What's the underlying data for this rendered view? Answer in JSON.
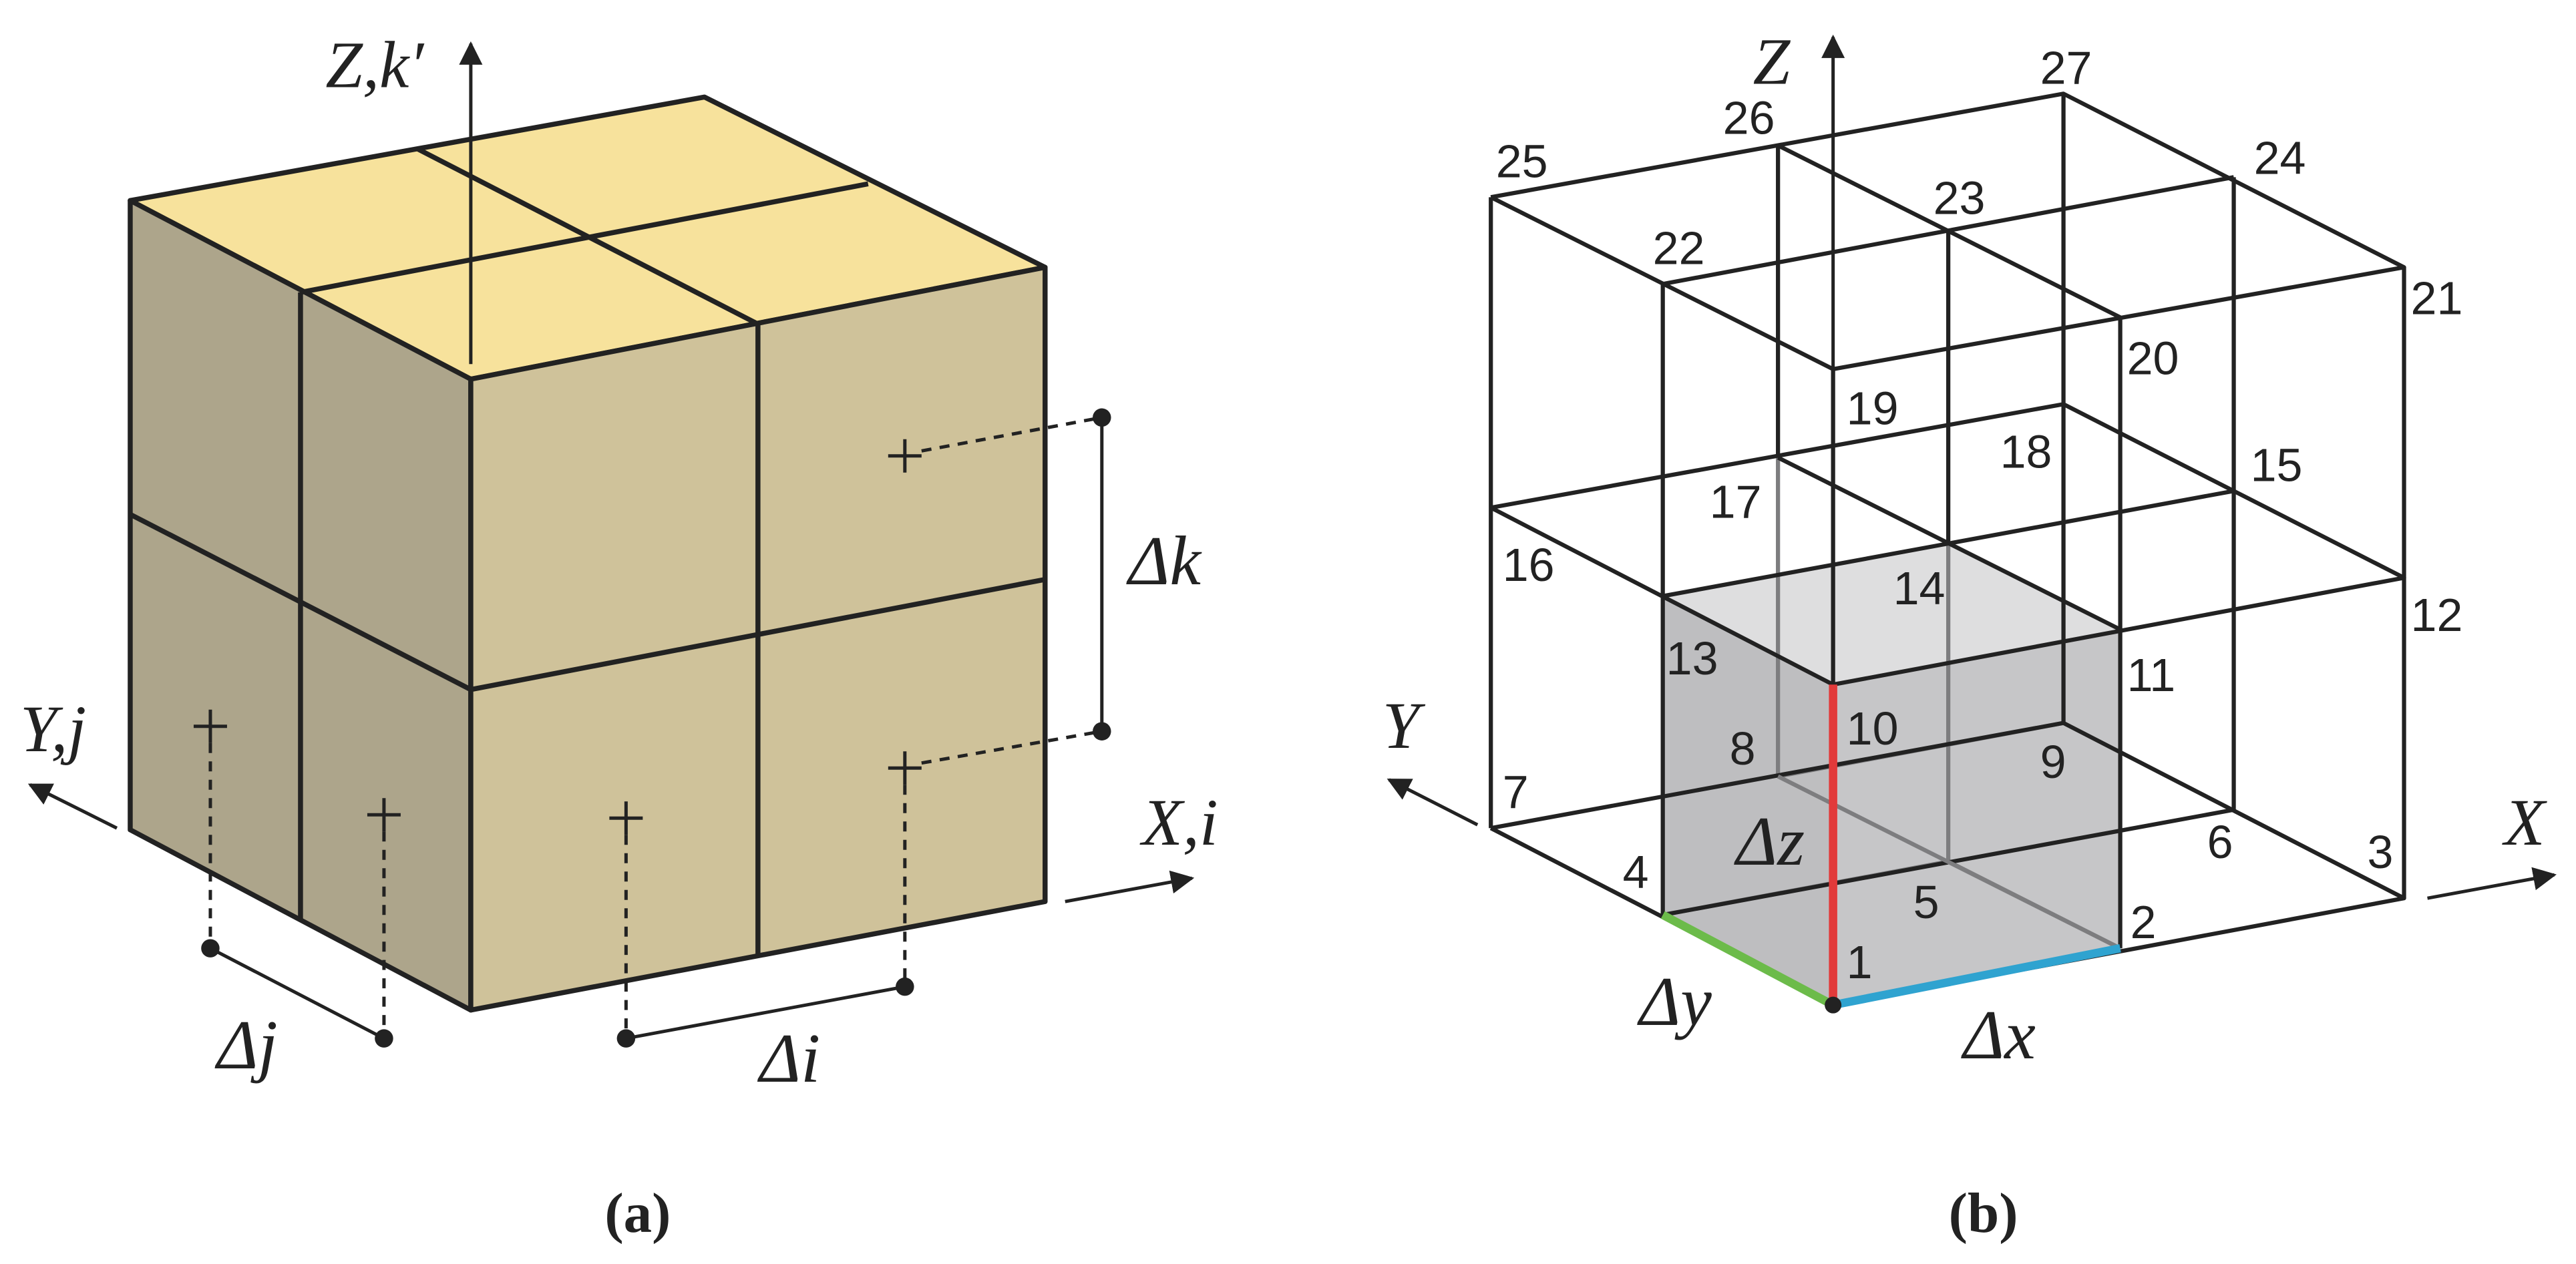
{
  "panel_a": {
    "caption": "(a)",
    "axis_z": "Z,k′",
    "axis_y": "Y,j",
    "axis_x": "X,i",
    "delta_k": "Δk",
    "delta_j": "Δj",
    "delta_i": "Δi"
  },
  "panel_b": {
    "caption": "(b)",
    "axis_z": "Z",
    "axis_y": "Y",
    "axis_x": "X",
    "delta_x": "Δx",
    "delta_y": "Δy",
    "delta_z": "Δz",
    "node_labels": [
      "1",
      "2",
      "3",
      "4",
      "5",
      "6",
      "7",
      "8",
      "9",
      "10",
      "11",
      "12",
      "13",
      "14",
      "15",
      "16",
      "17",
      "18",
      "19",
      "20",
      "21",
      "22",
      "23",
      "24",
      "25",
      "26",
      "27"
    ]
  },
  "colors": {
    "top_face": "#f7e29c",
    "front_face": "#cfc29a",
    "left_face": "#ada58b",
    "cell_shade": "#b9b9bb",
    "edge_dz": "#e23a3a",
    "edge_dx": "#2fa3d0",
    "edge_dy": "#6cbb4a"
  }
}
